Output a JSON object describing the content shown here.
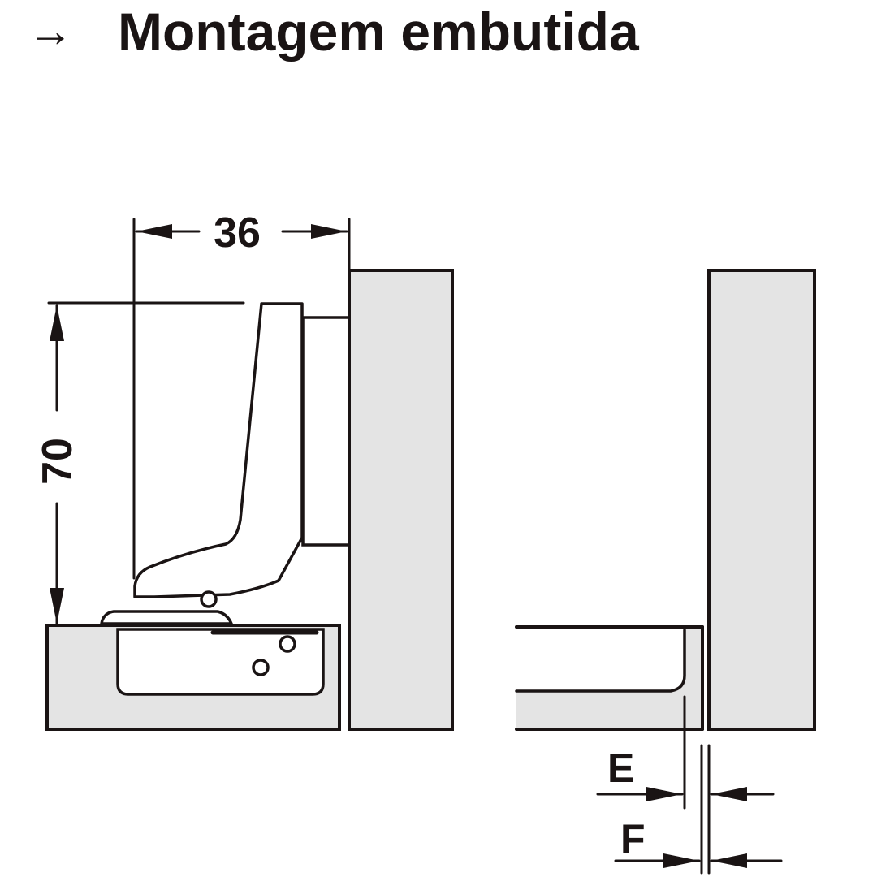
{
  "header": {
    "arrow": "→",
    "title": "Montagem embutida"
  },
  "dimensions": {
    "width": "36",
    "height": "70",
    "e": "E",
    "f": "F"
  },
  "colors": {
    "line": "#1a1414",
    "panel": "#e4e4e4",
    "background": "#ffffff"
  }
}
